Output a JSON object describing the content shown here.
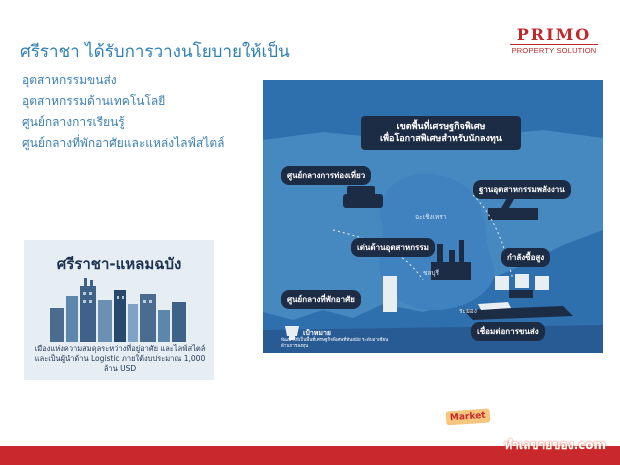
{
  "slide": {
    "title": "ศรีราชา ได้รับการวางนโยบายให้เป็น",
    "bullets": [
      "อุตสาหกรรมขนส่ง",
      "อุตสาหกรรมด้านเทคโนโลยี",
      "ศูนย์กลางการเรียนรู้",
      "ศูนย์กลางที่พักอาศัยและแหล่งไลฟ์สไตล์"
    ]
  },
  "logo": {
    "brand": "PRIMO",
    "tagline": "PROPERTY SOLUTION"
  },
  "card": {
    "title": "ศรีราชา-แหลมฉบัง",
    "text": "เมืองแห่งความสมดุลระหว่างที่อยู่อาศัย และไลฟ์สไตล์ และเป็นผู้นำด้าน Logistic ภายใต้งบประมาณ 1,000 ล้าน USD"
  },
  "map": {
    "header": "เขตพื้นที่เศรษฐกิจพิเศษ\nเพื่อโอกาสพิเศษสำหรับนักลงทุน",
    "labels": {
      "tourism": "ศูนย์กลางการท่องเที่ยว",
      "energy": "ฐานอุตสาหกรรมพลังงาน",
      "industry": "เด่นด้านอุตสาหกรรม",
      "purchasing": "กำลังซื้อสูง",
      "residence": "ศูนย์กลางที่พักอาศัย",
      "transport": "เชื่อมต่อการขนส่ง"
    },
    "cities": {
      "chachoengsao": "ฉะเชิงเทรา",
      "chonburi": "ชลบุรี",
      "rayong": "ระยอง"
    },
    "goal": {
      "title": "เป้าหมาย",
      "text": "พัฒนาให้เป็นพื้นที่เศรษฐกิจพิเศษที่ทันสมัย ระดับอาเซียนด้านการลงทุน"
    },
    "colors": {
      "sea": "#2e6fae",
      "land": "#5b9ccf",
      "label_bg": "#1d2c45"
    }
  },
  "watermark": {
    "badge": "Market",
    "footer": "ทำเลขายของ.com"
  },
  "colors": {
    "accent": "#2f7fb3",
    "brand": "#c0282c",
    "footer": "#c9282d"
  }
}
